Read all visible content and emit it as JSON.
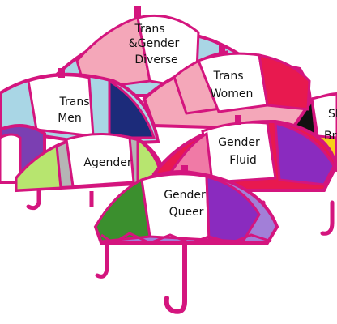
{
  "colors": {
    "outline": "#d4157e",
    "trans_blue": "#a9d6e5",
    "trans_pink": "#f4a7b9",
    "white": "#ffffff",
    "lining_grey": "#c9c9c9",
    "gf_pink": "#f07aa6",
    "gf_red": "#e8194f",
    "gf_purple": "#8a2bbf",
    "gf_black": "#111111",
    "gf_navy": "#2d3a8c",
    "gq_lavender": "#a27fd8",
    "gq_green": "#3b8f2e",
    "nb_yellow": "#f7d117",
    "nb_purple": "#7b3fb2",
    "agender_grey": "#b5b5b5",
    "agender_green": "#b7e56f",
    "navy": "#1c2b7a"
  },
  "umbrellas": [
    {
      "name": "umbrella-trans-gender-diverse",
      "icon": "umbrella-icon",
      "lines": [
        "Trans",
        "&Gender",
        "Diverse"
      ]
    },
    {
      "name": "umbrella-trans-women",
      "icon": "umbrella-icon",
      "lines": [
        "Trans",
        "Women"
      ]
    },
    {
      "name": "umbrella-trans-men",
      "icon": "umbrella-icon",
      "lines": [
        "Trans",
        "Men"
      ]
    },
    {
      "name": "umbrella-agender",
      "icon": "umbrella-icon",
      "lines": [
        "Agender"
      ]
    },
    {
      "name": "umbrella-gender-fluid",
      "icon": "umbrella-icon",
      "lines": [
        "Gender",
        "Fluid"
      ]
    },
    {
      "name": "umbrella-gender-queer",
      "icon": "umbrella-icon",
      "lines": [
        "Gender",
        "Queer"
      ]
    },
    {
      "name": "umbrella-partial-right",
      "icon": "umbrella-icon",
      "lines": [
        "Sh",
        "Br"
      ]
    }
  ]
}
